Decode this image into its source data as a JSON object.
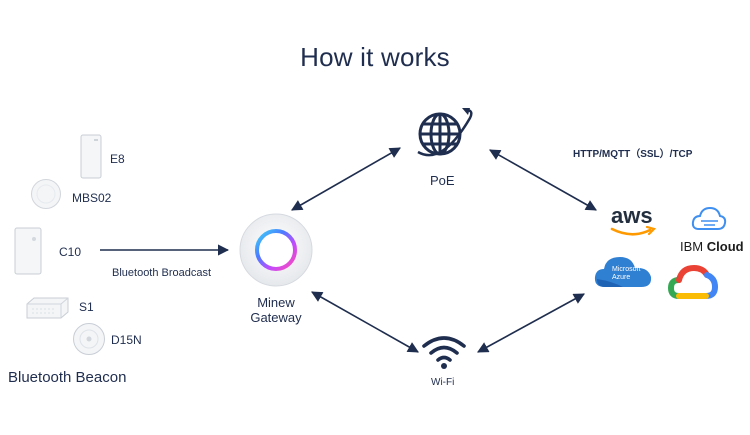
{
  "title": "How it works",
  "devices": {
    "e8": "E8",
    "mbs02": "MBS02",
    "c10": "C10",
    "s1": "S1",
    "d15n": "D15N",
    "group_label": "Bluetooth Beacon"
  },
  "link_label": "Bluetooth Broadcast",
  "gateway": {
    "line1": "Minew",
    "line2": "Gateway"
  },
  "poe": "PoE",
  "wifi": "Wi-Fi",
  "protocol": "HTTP/MQTT（SSL）/TCP",
  "cloud": {
    "aws": "aws",
    "ibm": "IBM",
    "ibm_bold": "Cloud",
    "azure_1": "Microsoft",
    "azure_2": "Azure"
  },
  "colors": {
    "navy": "#1f2d4e",
    "aws_orange": "#ff9900",
    "azure_blue": "#2f7fd3",
    "ibm_blue": "#3f8ff0"
  }
}
